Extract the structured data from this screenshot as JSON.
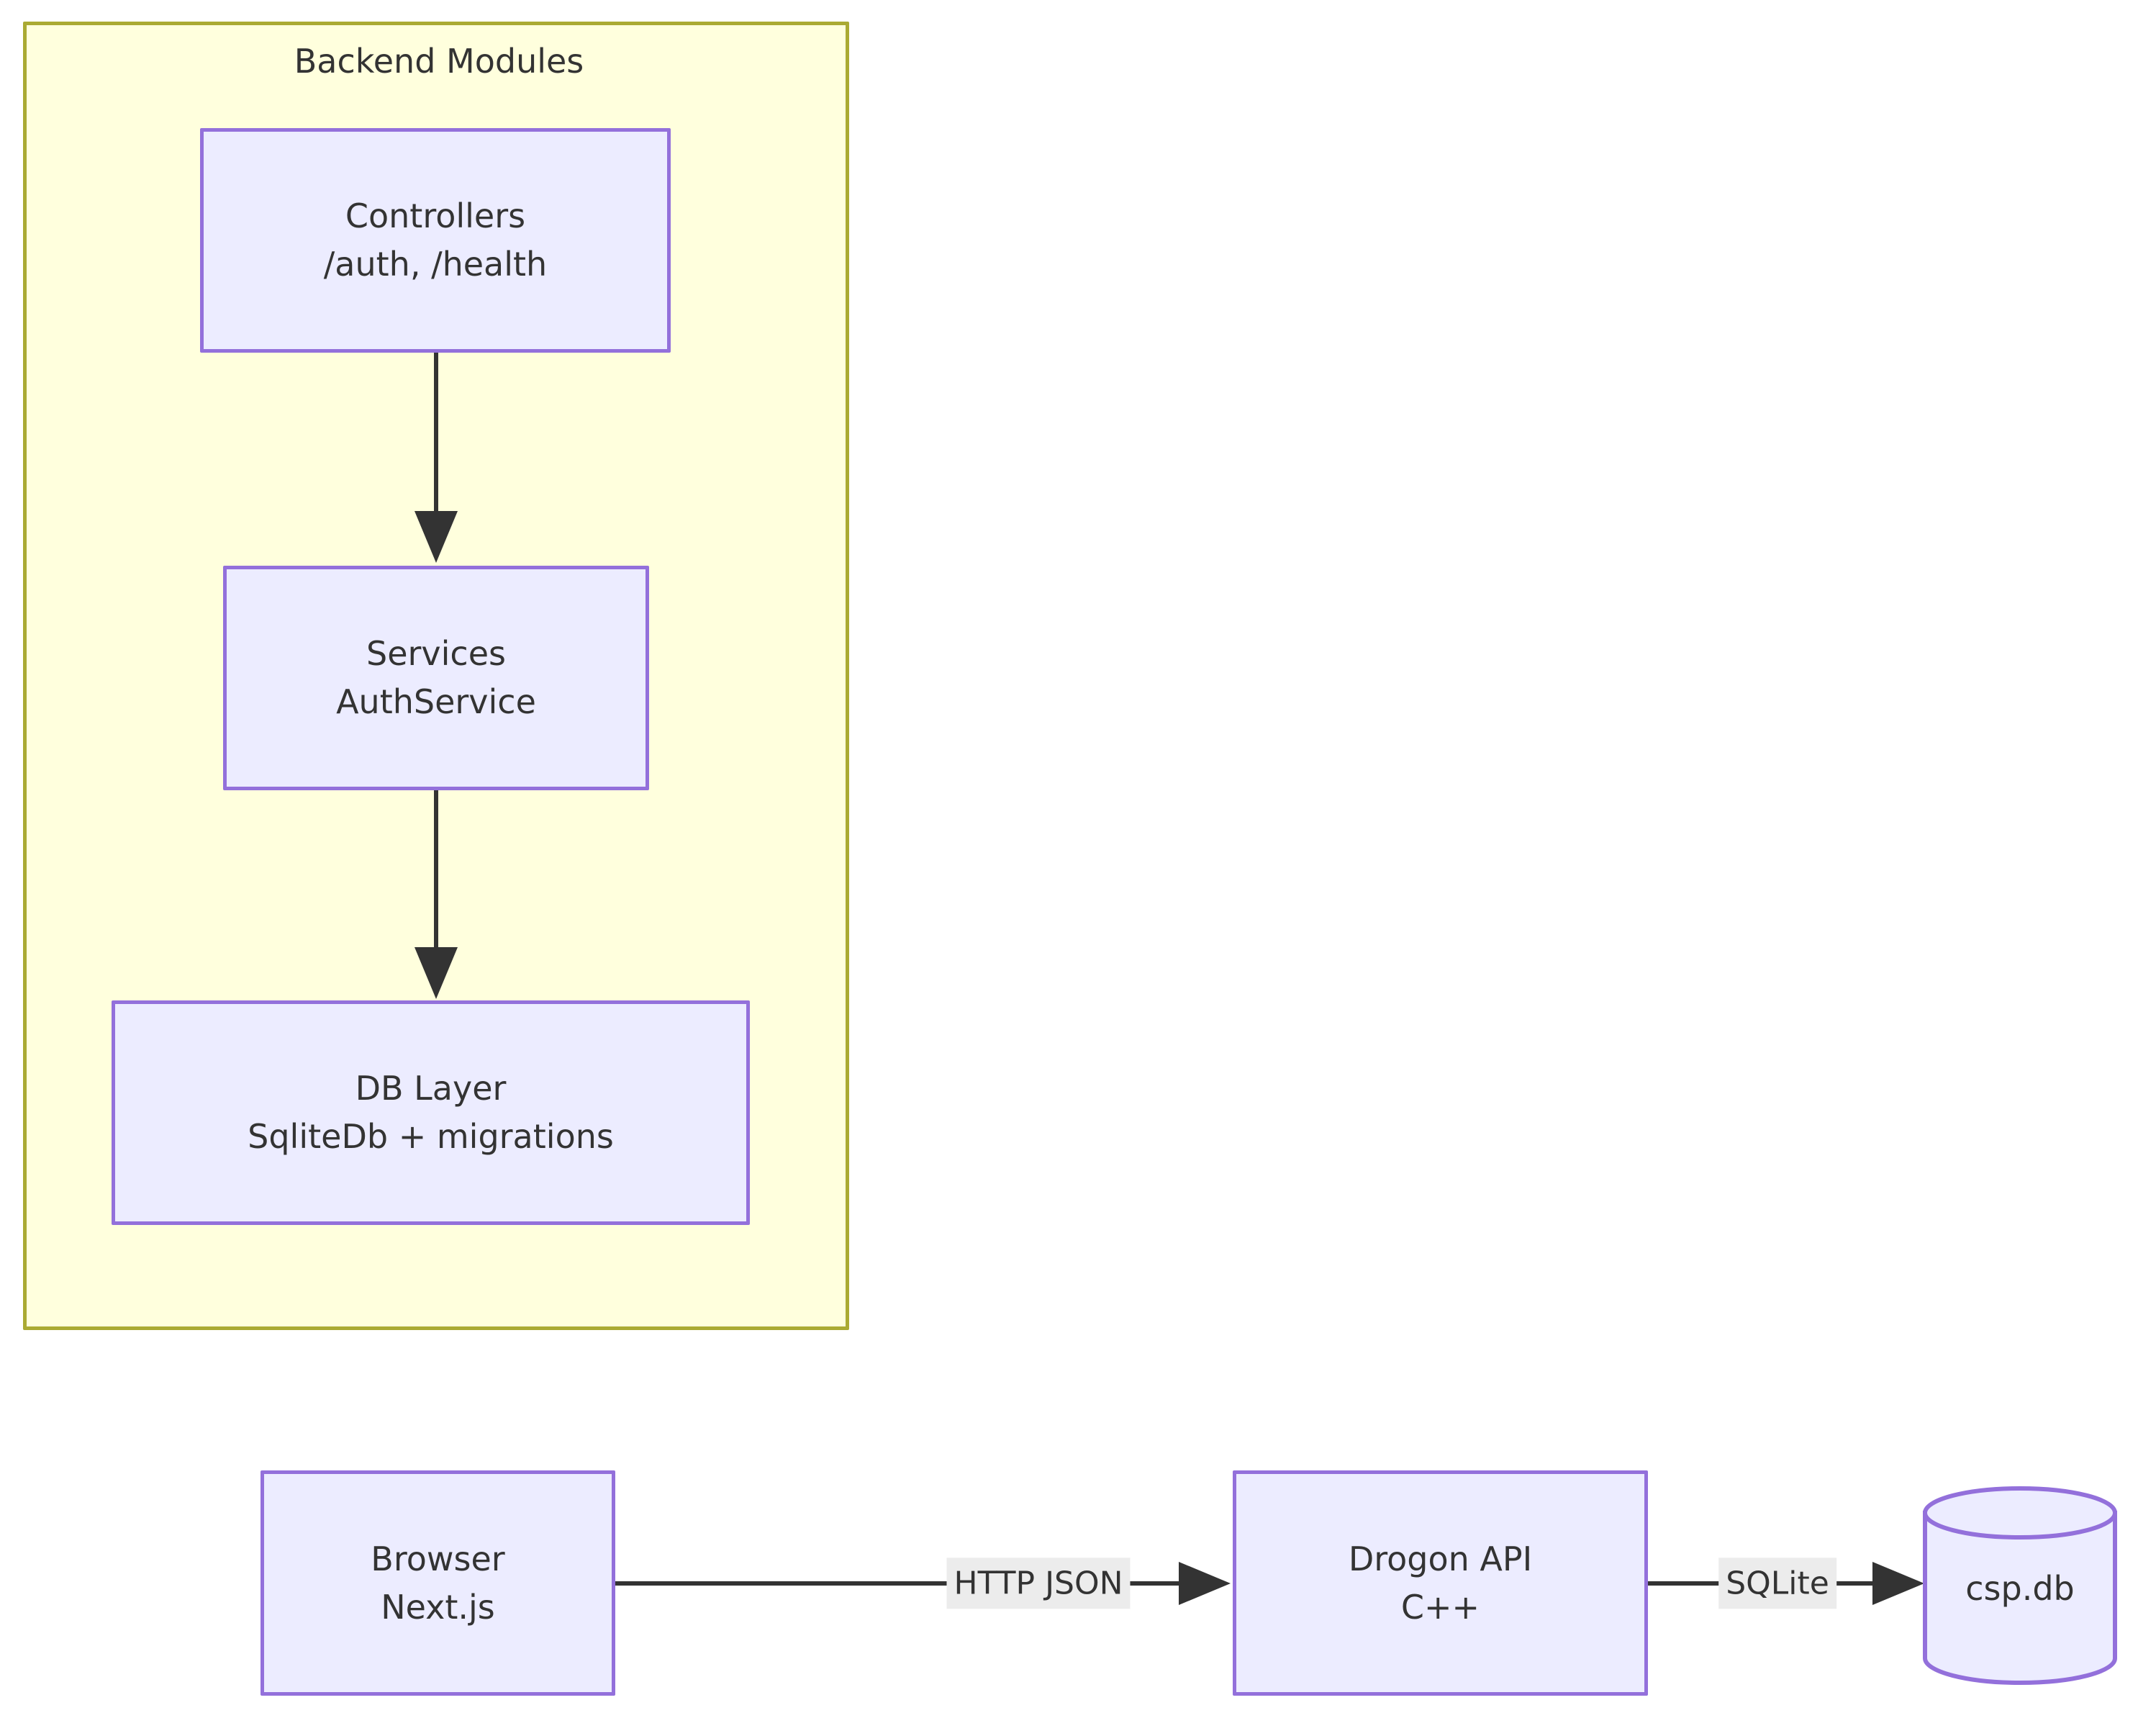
{
  "diagram": {
    "type": "flowchart",
    "direction": "LR",
    "background": "#ffffff",
    "palette": {
      "node_fill": "#ececff",
      "node_stroke": "#9370db",
      "cluster_fill": "#ffffdd",
      "cluster_stroke": "#aaaa33",
      "edge_stroke": "#333333",
      "label_bg": "#ececec",
      "text": "#333333"
    },
    "clusters": [
      {
        "id": "backend-modules",
        "title": "Backend Modules",
        "nodes": [
          "controllers",
          "services",
          "db-layer"
        ]
      }
    ],
    "nodes": [
      {
        "id": "controllers",
        "shape": "rect",
        "lines": [
          "Controllers",
          "/auth, /health"
        ]
      },
      {
        "id": "services",
        "shape": "rect",
        "lines": [
          "Services",
          "AuthService"
        ]
      },
      {
        "id": "db-layer",
        "shape": "rect",
        "lines": [
          "DB Layer",
          "SqliteDb + migrations"
        ]
      },
      {
        "id": "browser",
        "shape": "rect",
        "lines": [
          "Browser",
          "Next.js"
        ]
      },
      {
        "id": "drogon-api",
        "shape": "rect",
        "lines": [
          "Drogon API",
          "C++"
        ]
      },
      {
        "id": "csp-db",
        "shape": "cylinder",
        "lines": [
          "csp.db"
        ]
      }
    ],
    "edges": [
      {
        "id": "e1",
        "from": "controllers",
        "to": "services",
        "label": "",
        "arrow": "down"
      },
      {
        "id": "e2",
        "from": "services",
        "to": "db-layer",
        "label": "",
        "arrow": "down"
      },
      {
        "id": "e3",
        "from": "browser",
        "to": "drogon-api",
        "label": "HTTP JSON",
        "arrow": "right"
      },
      {
        "id": "e4",
        "from": "drogon-api",
        "to": "csp-db",
        "label": "SQLite",
        "arrow": "right"
      }
    ]
  }
}
